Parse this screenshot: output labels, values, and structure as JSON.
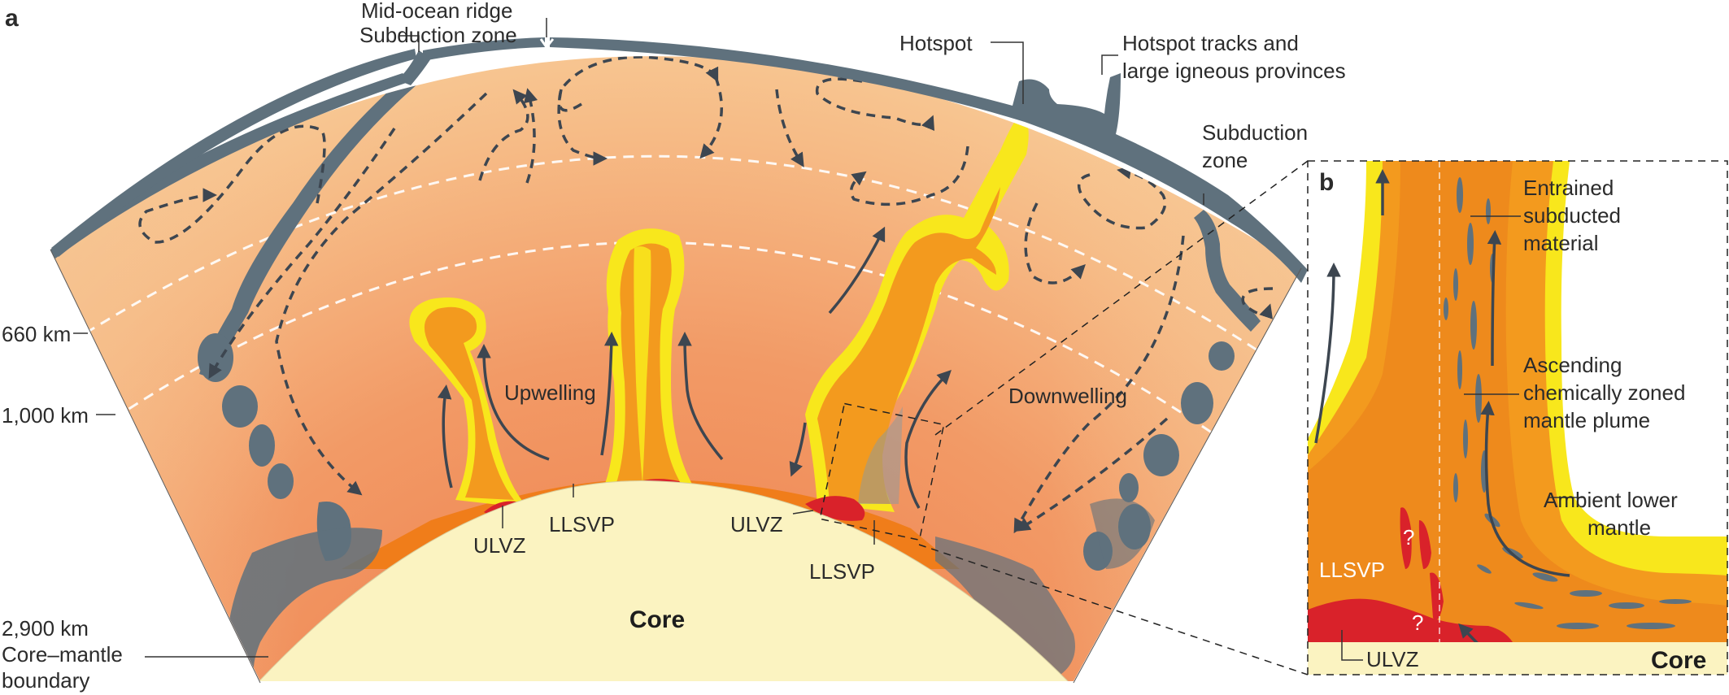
{
  "panel_a": {
    "letter": "a",
    "labels": {
      "mid_ocean_ridge": "Mid-ocean ridge",
      "subduction_zone_left": "Subduction zone",
      "hotspot": "Hotspot",
      "hotspot_tracks_line1": "Hotspot tracks and",
      "hotspot_tracks_line2": "large igneous provinces",
      "subduction_zone_right_line1": "Subduction",
      "subduction_zone_right_line2": "zone",
      "upwelling": "Upwelling",
      "downwelling": "Downwelling",
      "ulvz_left": "ULVZ",
      "llsvp_left": "LLSVP",
      "ulvz_right": "ULVZ",
      "llsvp_right": "LLSVP",
      "core": "Core"
    },
    "depths": {
      "d660": "660 km",
      "d1000": "1,000 km",
      "d2900": "2,900 km",
      "cmb_line1": "Core–mantle",
      "cmb_line2": "boundary"
    }
  },
  "panel_b": {
    "letter": "b",
    "labels": {
      "entrained_line1": "Entrained",
      "entrained_line2": "subducted",
      "entrained_line3": "material",
      "ascending_line1": "Ascending",
      "ascending_line2": "chemically zoned",
      "ascending_line3": "mantle plume",
      "ambient_line1": "Ambient lower",
      "ambient_line2": "mantle",
      "llsvp": "LLSVP",
      "ulvz": "ULVZ",
      "core": "Core",
      "question_1": "?",
      "question_2": "?"
    }
  },
  "colors": {
    "mantle_light": "#f7c48f",
    "mantle_deep": "#ef8552",
    "core": "#fbf3c1",
    "slab": "#5f717d",
    "plume_orange": "#f39a1e",
    "plume_yellow": "#f8e71c",
    "llsvp_orange": "#f07d1a",
    "ulvz_red": "#d9222a",
    "arrow": "#3d4650"
  }
}
